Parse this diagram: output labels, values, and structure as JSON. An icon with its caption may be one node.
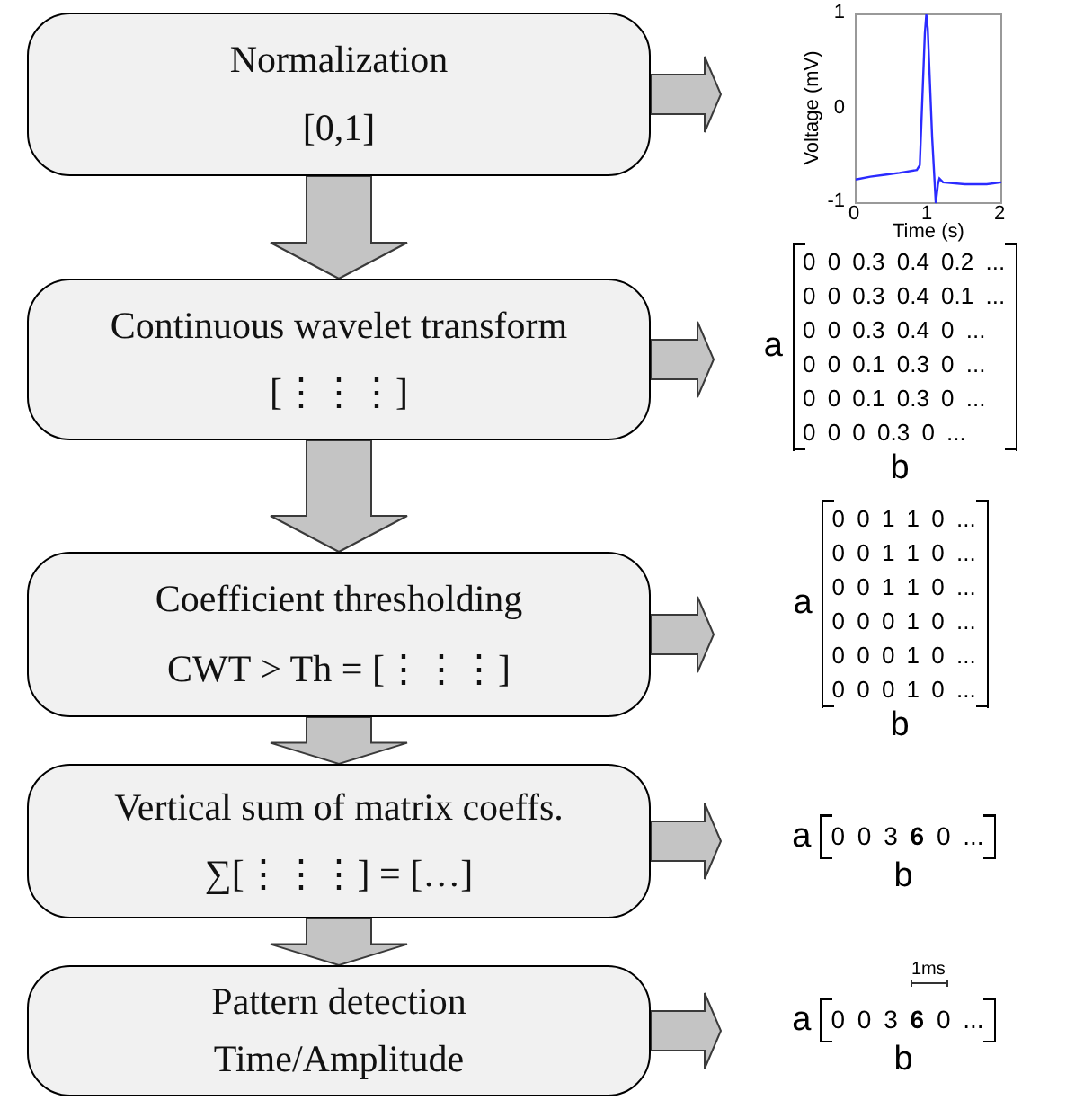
{
  "diagram": {
    "nodes": [
      {
        "text": [
          "Normalization",
          "[0,1]"
        ]
      },
      {
        "text": [
          "Continuous wavelet transform",
          "[⋮⋮⋮]"
        ]
      },
      {
        "text": [
          "Coefficient thresholding",
          "CWT > Th = [⋮⋮⋮]"
        ]
      },
      {
        "text": [
          "Vertical sum of matrix coeffs.",
          "∑[⋮⋮⋮] = […]"
        ]
      },
      {
        "text": [
          "Pattern detection",
          "Time/Amplitude"
        ]
      },
      {
        "text": [
          "Voltage (mV)",
          "Time (s)"
        ],
        "beside": [
          "1",
          "0",
          "-1",
          "0",
          "1",
          "2"
        ]
      },
      {
        "text": [
          "a",
          "0 0 0.3 0.4 0.2 ...",
          "0 0 0.3 0.4 0.1 ...",
          "0 0 0.3 0.4 0 ...",
          "0 0 0.1 0.3 0 ...",
          "0 0 0.1 0.3 0 ...",
          "0 0 0 0.3 0 ...",
          "b"
        ]
      },
      {
        "text": [
          "a",
          "0 0 1 1 0 ...",
          "0 0 1 1 0 ...",
          "0 0 1 1 0 ...",
          "0 0 0 1 0 ...",
          "0 0 0 1 0 ...",
          "0 0 0 1 0 ...",
          "b"
        ]
      },
      {
        "text": [
          "a",
          "0 0 3 **6** 0 ...",
          "b"
        ]
      },
      {
        "text": [
          "a",
          "0 0 3 **6** 0 ...",
          "b"
        ],
        "beside": [
          "1ms"
        ]
      }
    ],
    "edges": [
      {
        "from": 0,
        "to": 1,
        "arrow": "to",
        "style": "thick"
      },
      {
        "from": 1,
        "to": 2,
        "arrow": "to",
        "style": "thick"
      },
      {
        "from": 2,
        "to": 3,
        "arrow": "to",
        "style": "thick"
      },
      {
        "from": 3,
        "to": 4,
        "arrow": "to",
        "style": "thick"
      },
      {
        "from": 0,
        "to": 5,
        "arrow": "to",
        "style": "thick"
      },
      {
        "from": 1,
        "to": 6,
        "arrow": "to",
        "style": "thick"
      },
      {
        "from": 2,
        "to": 7,
        "arrow": "to",
        "style": "thick"
      },
      {
        "from": 3,
        "to": 8,
        "arrow": "to",
        "style": "thick"
      },
      {
        "from": 4,
        "to": 9,
        "arrow": "to",
        "style": "thick"
      }
    ]
  }
}
